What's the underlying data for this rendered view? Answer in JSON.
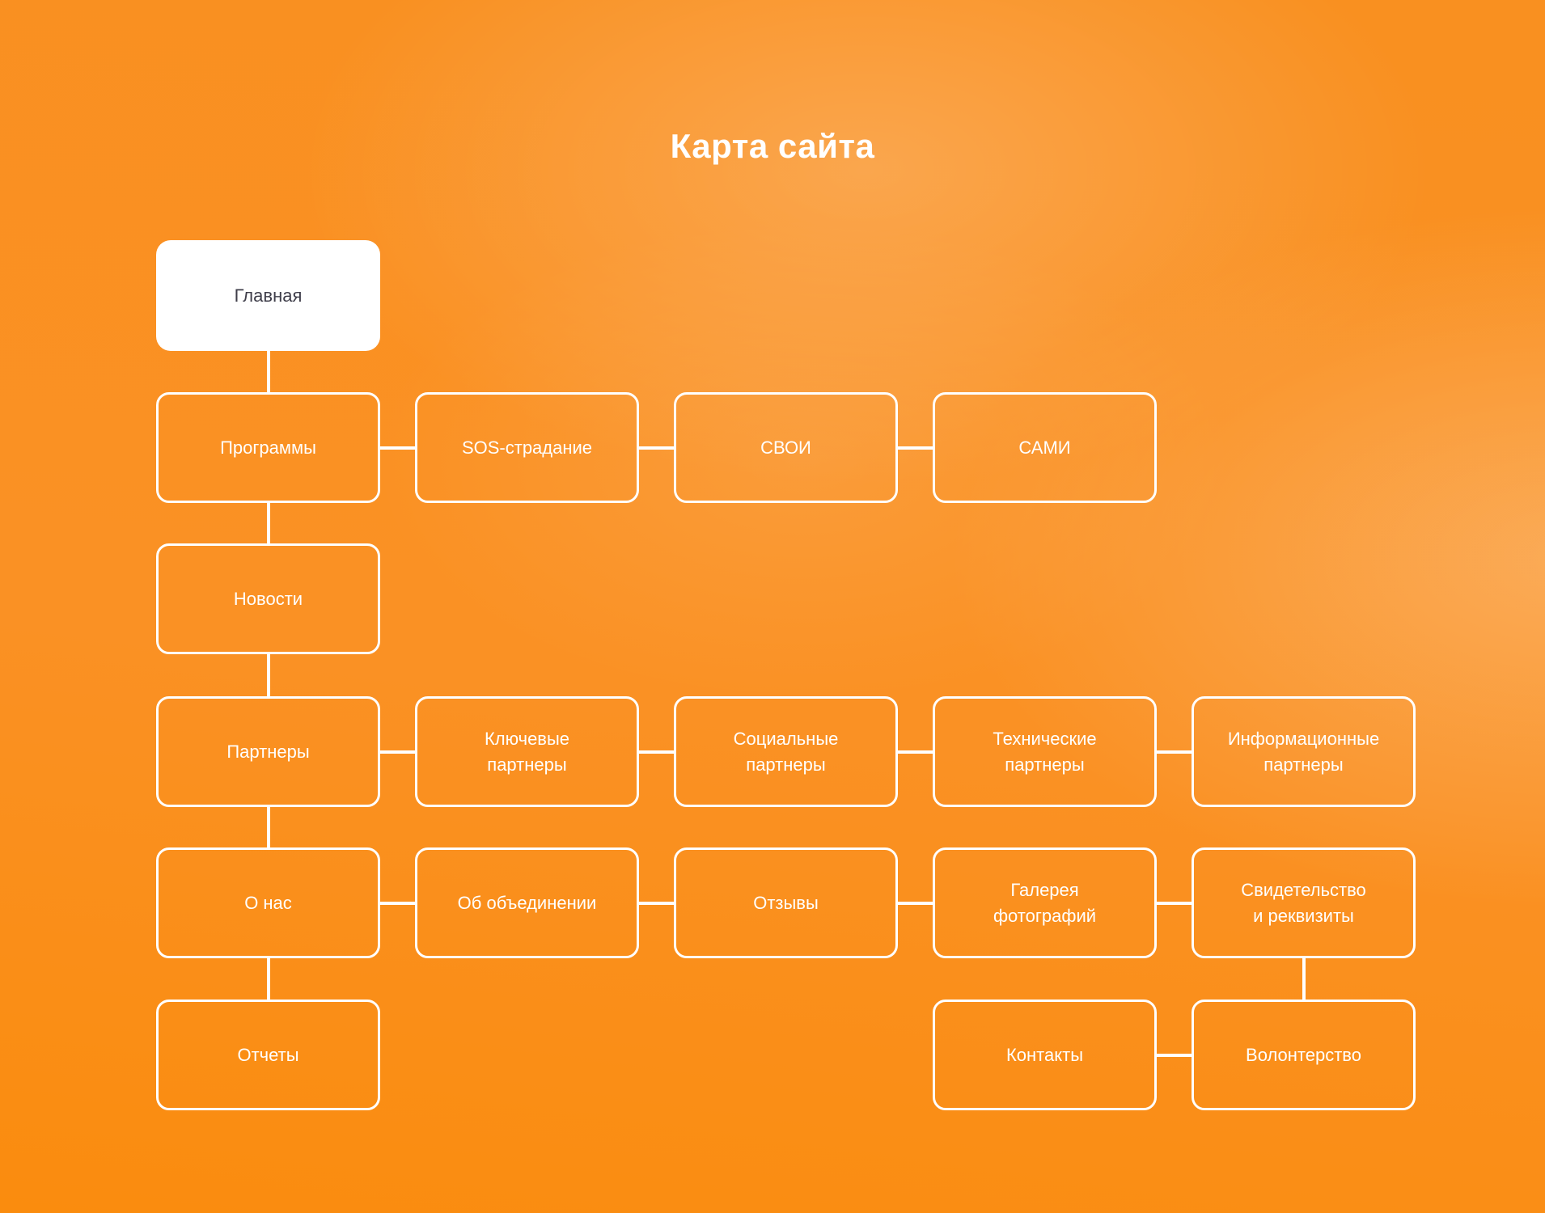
{
  "title": "Карта сайта",
  "colors": {
    "background_base": "#fa9124",
    "background_highlight": "#fca74e",
    "background_deep": "#fa8c0e",
    "node_border": "#ffffff",
    "node_text": "#ffffff",
    "root_node_background": "#ffffff",
    "root_node_text": "#3f3e4a",
    "connector": "#ffffff",
    "title_text": "#ffffff"
  },
  "sitemap": {
    "nodes": [
      {
        "id": "home",
        "label": "Главная",
        "row": 0,
        "col": 0,
        "variant": "root"
      },
      {
        "id": "programs",
        "label": "Программы",
        "row": 1,
        "col": 0,
        "variant": "outline"
      },
      {
        "id": "sos",
        "label": "SOS-страдание",
        "row": 1,
        "col": 1,
        "variant": "outline"
      },
      {
        "id": "svoi",
        "label": "СВОИ",
        "row": 1,
        "col": 2,
        "variant": "outline"
      },
      {
        "id": "sami",
        "label": "САМИ",
        "row": 1,
        "col": 3,
        "variant": "outline"
      },
      {
        "id": "news",
        "label": "Новости",
        "row": 2,
        "col": 0,
        "variant": "outline"
      },
      {
        "id": "partners",
        "label": "Партнеры",
        "row": 3,
        "col": 0,
        "variant": "outline"
      },
      {
        "id": "key-partners",
        "label": "Ключевые\nпартнеры",
        "row": 3,
        "col": 1,
        "variant": "outline"
      },
      {
        "id": "social-partners",
        "label": "Социальные\nпартнеры",
        "row": 3,
        "col": 2,
        "variant": "outline"
      },
      {
        "id": "tech-partners",
        "label": "Технические\nпартнеры",
        "row": 3,
        "col": 3,
        "variant": "outline"
      },
      {
        "id": "info-partners",
        "label": "Информационные\nпартнеры",
        "row": 3,
        "col": 4,
        "variant": "outline"
      },
      {
        "id": "about",
        "label": "О нас",
        "row": 4,
        "col": 0,
        "variant": "outline"
      },
      {
        "id": "association",
        "label": "Об объединении",
        "row": 4,
        "col": 1,
        "variant": "outline"
      },
      {
        "id": "reviews",
        "label": "Отзывы",
        "row": 4,
        "col": 2,
        "variant": "outline"
      },
      {
        "id": "gallery",
        "label": "Галерея\nфотографий",
        "row": 4,
        "col": 3,
        "variant": "outline"
      },
      {
        "id": "certificate",
        "label": "Свидетельство\nи реквизиты",
        "row": 4,
        "col": 4,
        "variant": "outline"
      },
      {
        "id": "reports",
        "label": "Отчеты",
        "row": 5,
        "col": 0,
        "variant": "outline"
      },
      {
        "id": "contacts",
        "label": "Контакты",
        "row": 5,
        "col": 3,
        "variant": "outline"
      },
      {
        "id": "volunteering",
        "label": "Волонтерство",
        "row": 5,
        "col": 4,
        "variant": "outline"
      }
    ],
    "edges": [
      [
        "home",
        "programs"
      ],
      [
        "programs",
        "news"
      ],
      [
        "news",
        "partners"
      ],
      [
        "partners",
        "about"
      ],
      [
        "about",
        "reports"
      ],
      [
        "programs",
        "sos"
      ],
      [
        "sos",
        "svoi"
      ],
      [
        "svoi",
        "sami"
      ],
      [
        "partners",
        "key-partners"
      ],
      [
        "key-partners",
        "social-partners"
      ],
      [
        "social-partners",
        "tech-partners"
      ],
      [
        "tech-partners",
        "info-partners"
      ],
      [
        "about",
        "association"
      ],
      [
        "association",
        "reviews"
      ],
      [
        "reviews",
        "gallery"
      ],
      [
        "gallery",
        "certificate"
      ],
      [
        "certificate",
        "volunteering"
      ],
      [
        "contacts",
        "volunteering"
      ]
    ]
  }
}
